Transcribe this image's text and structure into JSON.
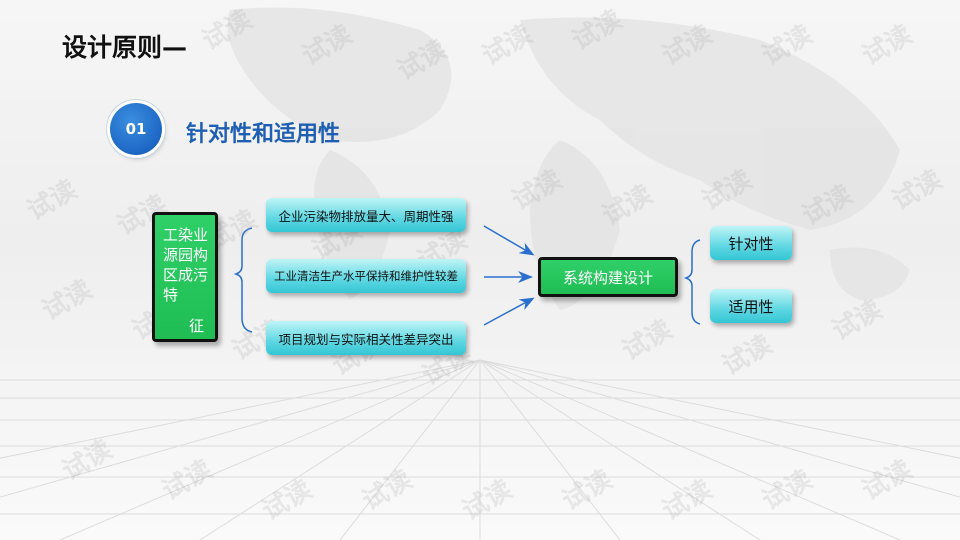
{
  "slide": {
    "title": "设计原则—",
    "section_number": "01",
    "section_title": "针对性和适用性"
  },
  "diagram": {
    "left_box_text": "工染业源园构区成污特",
    "left_box_tail": "征",
    "middle_items": [
      "企业污染物排放量大、周期性强",
      "工业清洁生产水平保持和维护性较差",
      "项目规划与实际相关性差异突出"
    ],
    "center_text": "系统构建设计",
    "right_items": [
      "针对性",
      "适用性"
    ]
  },
  "watermark": "试读",
  "colors": {
    "accent_blue": "#1f5fb3",
    "green": "#1fbd54",
    "teal": "#5fd7e2",
    "arrow": "#2a6fd0"
  }
}
